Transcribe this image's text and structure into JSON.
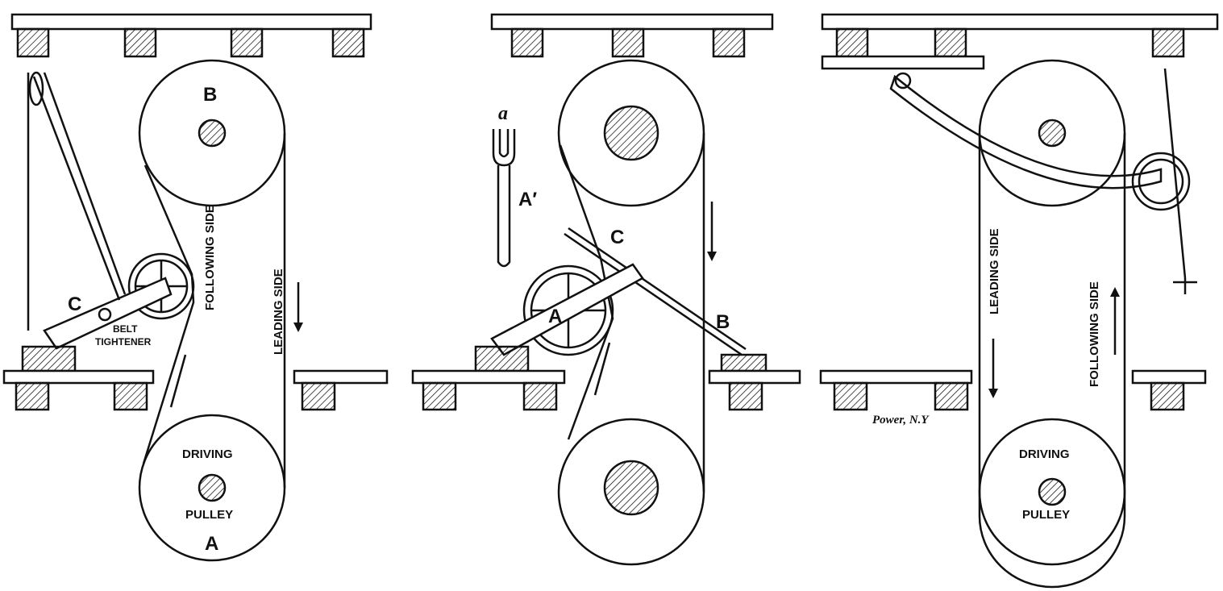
{
  "figure1": {
    "pulley_top_label": "B",
    "following_side": "FOLLOWING SIDE",
    "leading_side": "LEADING SIDE",
    "lever_label": "C",
    "tightener_line1": "BELT",
    "tightener_line2": "TIGHTENER",
    "driving_line1": "DRIVING",
    "driving_line2": "PULLEY",
    "pulley_bottom_label": "A"
  },
  "figure2": {
    "fork_label": "a",
    "fork_handle_label": "A′",
    "lever_label": "C",
    "wheel_label": "A",
    "anchor_label": "B"
  },
  "figure3": {
    "leading_side": "LEADING SIDE",
    "following_side": "FOLLOWING SIDE",
    "driving_line1": "DRIVING",
    "driving_line2": "PULLEY",
    "credit": "Power, N.Y"
  }
}
